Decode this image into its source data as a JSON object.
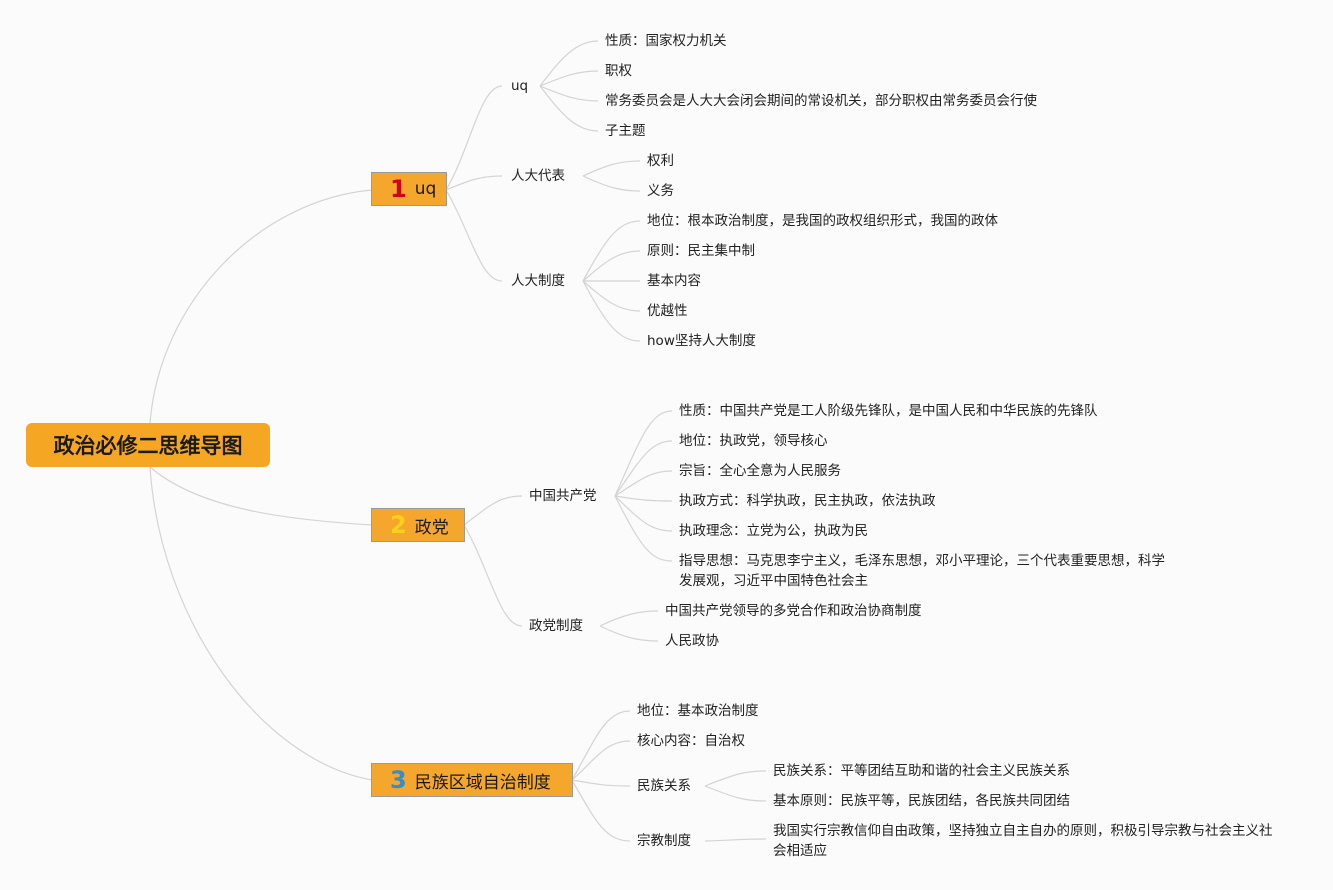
{
  "root": {
    "title": "政治必修二思维导图"
  },
  "branches": [
    {
      "badge": "1",
      "badge_color": "#d0021b",
      "label": "uq",
      "children": [
        {
          "label": "uq",
          "items": [
            "性质：国家权力机关",
            "职权",
            "常务委员会是人大大会闭会期间的常设机关，部分职权由常务委员会行使",
            "子主题"
          ]
        },
        {
          "label": "人大代表",
          "items": [
            "权利",
            "义务"
          ]
        },
        {
          "label": "人大制度",
          "items": [
            "地位：根本政治制度，是我国的政权组织形式，我国的政体",
            "原则：民主集中制",
            "基本内容",
            "优越性",
            "how坚持人大制度"
          ]
        }
      ]
    },
    {
      "badge": "2",
      "badge_color": "#f8d01c",
      "label": "政党",
      "children": [
        {
          "label": "中国共产党",
          "items": [
            "性质：中国共产党是工人阶级先锋队，是中国人民和中华民族的先锋队",
            "地位：执政党，领导核心",
            "宗旨：全心全意为人民服务",
            "执政方式：科学执政，民主执政，依法执政",
            "执政理念：立党为公，执政为民",
            "指导思想：马克思李宁主义，毛泽东思想，邓小平理论，三个代表重要思想，科学发展观，习近平中国特色社会主"
          ]
        },
        {
          "label": "政党制度",
          "items": [
            "中国共产党领导的多党合作和政治协商制度",
            "人民政协"
          ]
        }
      ]
    },
    {
      "badge": "3",
      "badge_color": "#2f8fd0",
      "label": "民族区域自治制度",
      "children": [
        {
          "label": "地位：基本政治制度",
          "items": []
        },
        {
          "label": "核心内容：自治权",
          "items": []
        },
        {
          "label": "民族关系",
          "items": [
            "民族关系：平等团结互助和谐的社会主义民族关系",
            "基本原则：民族平等，民族团结，各民族共同团结"
          ]
        },
        {
          "label": "宗教制度",
          "items": [
            "我国实行宗教信仰自由政策，坚持独立自主自办的原则，积极引导宗教与社会主义社会相适应"
          ]
        }
      ]
    }
  ]
}
